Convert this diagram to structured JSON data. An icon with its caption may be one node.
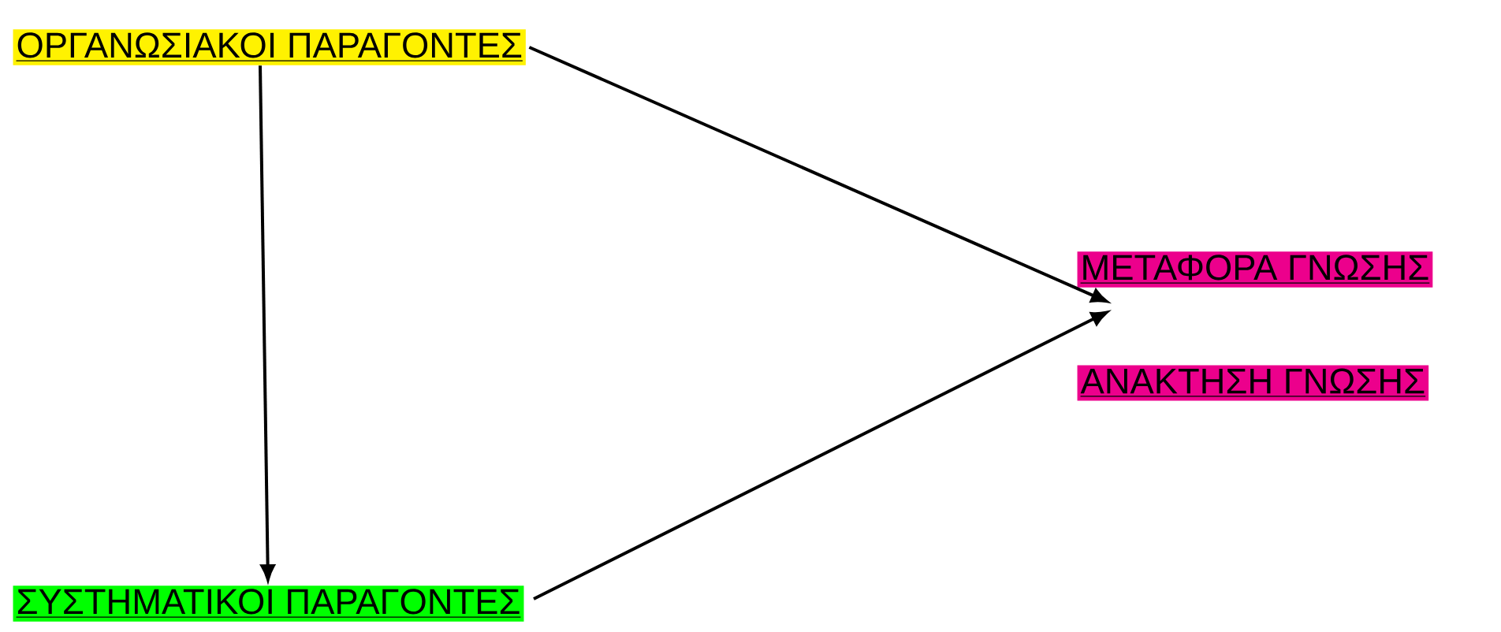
{
  "diagram": {
    "nodes": [
      {
        "text": [
          "ΟΡΓΑΝΩΣΙΑΚΟΙ ΠΑΡΑΓΟΝΤΕΣ"
        ]
      },
      {
        "text": [
          "ΣΥΣΤΗΜΑΤΙΚΟΙ ΠΑΡΑΓΟΝΤΕΣ"
        ]
      },
      {
        "text": [
          "ΜΕΤΑΦΟΡΑ ΓΝΩΣΗΣ"
        ]
      },
      {
        "text": [
          "ΑΝΑΚΤΗΣΗ ΓΝΩΣΗΣ"
        ]
      }
    ],
    "edges": [
      {
        "from": 0,
        "to": 1,
        "arrow": "to"
      },
      {
        "from": 0,
        "to": 2,
        "arrow": "to"
      },
      {
        "from": 1,
        "to": 2,
        "arrow": "to"
      }
    ]
  }
}
